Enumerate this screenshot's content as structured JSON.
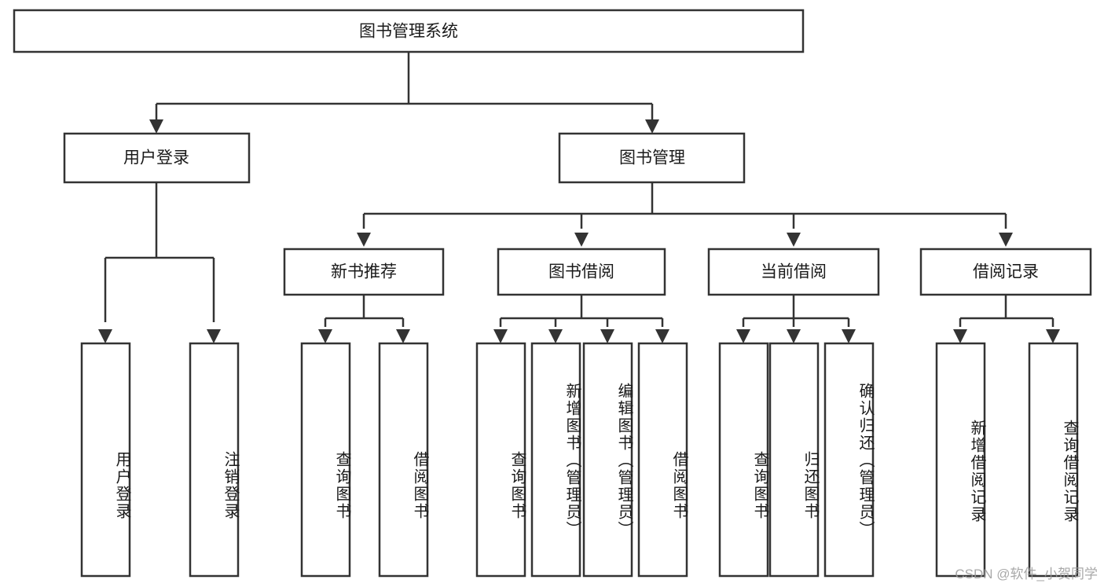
{
  "diagram": {
    "type": "tree-hierarchy",
    "title": "图书管理系统",
    "orientation": "top-down",
    "watermark": "CSDN @软件_小贺同学",
    "colors": {
      "box_fill": "#ffffff",
      "box_stroke": "#333333",
      "text": "#1a1a1a",
      "watermark": "#9a9a9a",
      "background": "#ffffff"
    },
    "root": {
      "id": "root",
      "label": "图书管理系统"
    },
    "level2": [
      {
        "id": "user-login",
        "label": "用户登录"
      },
      {
        "id": "book-manage",
        "label": "图书管理"
      }
    ],
    "level3": [
      {
        "id": "new-book-recommend",
        "label": "新书推荐",
        "parent": "book-manage"
      },
      {
        "id": "book-borrow",
        "label": "图书借阅",
        "parent": "book-manage"
      },
      {
        "id": "current-borrow",
        "label": "当前借阅",
        "parent": "book-manage"
      },
      {
        "id": "borrow-record",
        "label": "借阅记录",
        "parent": "book-manage"
      }
    ],
    "leaves": {
      "user-login": [
        {
          "id": "leaf-user-login",
          "label": "用户登录"
        },
        {
          "id": "leaf-logout-login",
          "label": "注销登录"
        }
      ],
      "new-book-recommend": [
        {
          "id": "leaf-query-book-1",
          "label": "查询图书"
        },
        {
          "id": "leaf-borrow-book-1",
          "label": "借阅图书"
        }
      ],
      "book-borrow": [
        {
          "id": "leaf-query-book-2",
          "label": "查询图书"
        },
        {
          "id": "leaf-add-book",
          "label": "新增图书（管理员）"
        },
        {
          "id": "leaf-edit-book",
          "label": "编辑图书（管理员）"
        },
        {
          "id": "leaf-borrow-book-2",
          "label": "借阅图书"
        }
      ],
      "current-borrow": [
        {
          "id": "leaf-query-book-3",
          "label": "查询图书"
        },
        {
          "id": "leaf-return-book",
          "label": "归还图书"
        },
        {
          "id": "leaf-confirm-return",
          "label": "确认归还（管理员）"
        }
      ],
      "borrow-record": [
        {
          "id": "leaf-add-record",
          "label": "新增借阅记录"
        },
        {
          "id": "leaf-query-record",
          "label": "查询借阅记录"
        }
      ]
    }
  }
}
